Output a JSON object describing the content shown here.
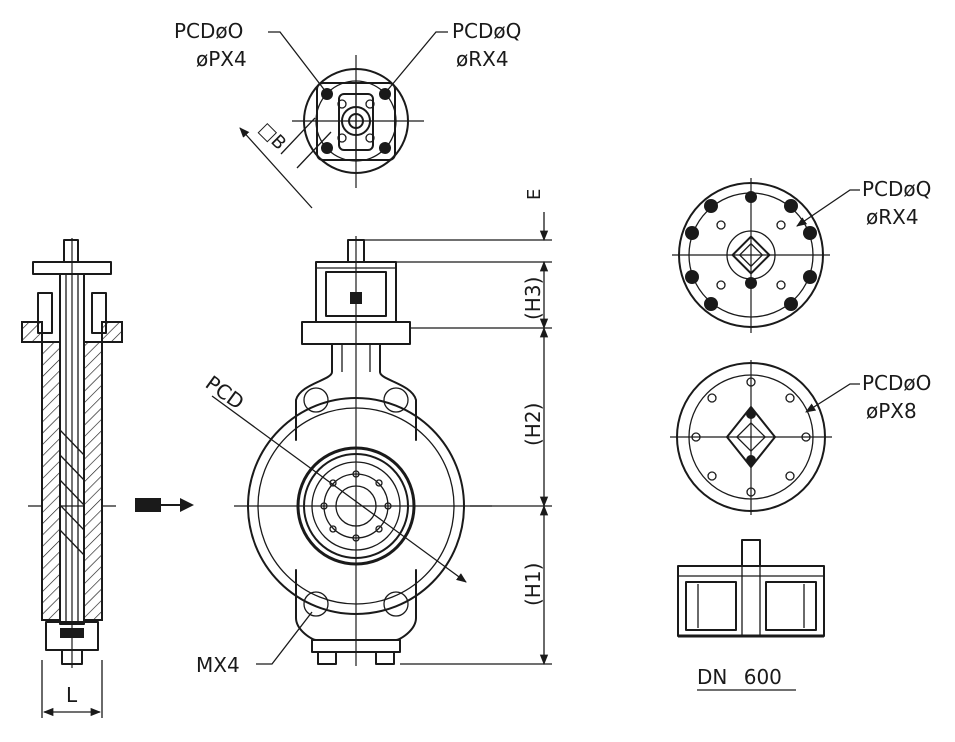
{
  "labels": {
    "top_pcd_o": "PCDøO",
    "top_px4": "øPX4",
    "top_pcd_q": "PCDøQ",
    "top_rx4": "øRX4",
    "square_b": "□B",
    "dim_e": "E",
    "dim_h3": "(H3)",
    "dim_h2": "(H2)",
    "dim_h1": "(H1)",
    "pcd": "PCD",
    "mx4": "MX4",
    "dim_l": "L",
    "right_pcd_q": "PCDøQ",
    "right_rx4": "øRX4",
    "right_pcd_o": "PCDøO",
    "right_px8": "øPX8",
    "dn": "DN 600"
  },
  "colors": {
    "line": "#1a1a1a",
    "background": "#ffffff"
  },
  "icons": {
    "flow_arrow": "flow-direction-arrow-icon"
  }
}
